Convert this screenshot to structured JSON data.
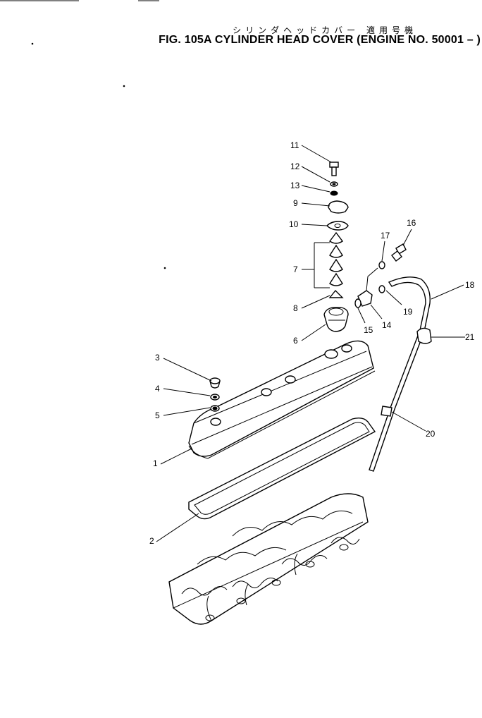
{
  "title": {
    "japanese": "シリンダヘッドカバー 適用号機",
    "english": "FIG. 105A  CYLINDER HEAD COVER (ENGINE NO. 50001 – )"
  },
  "callouts": [
    "1",
    "2",
    "3",
    "4",
    "5",
    "6",
    "7",
    "8",
    "9",
    "10",
    "11",
    "12",
    "13",
    "14",
    "15",
    "16",
    "17",
    "18",
    "19",
    "20",
    "21"
  ],
  "colors": {
    "ink": "#000000",
    "paper": "#ffffff"
  }
}
